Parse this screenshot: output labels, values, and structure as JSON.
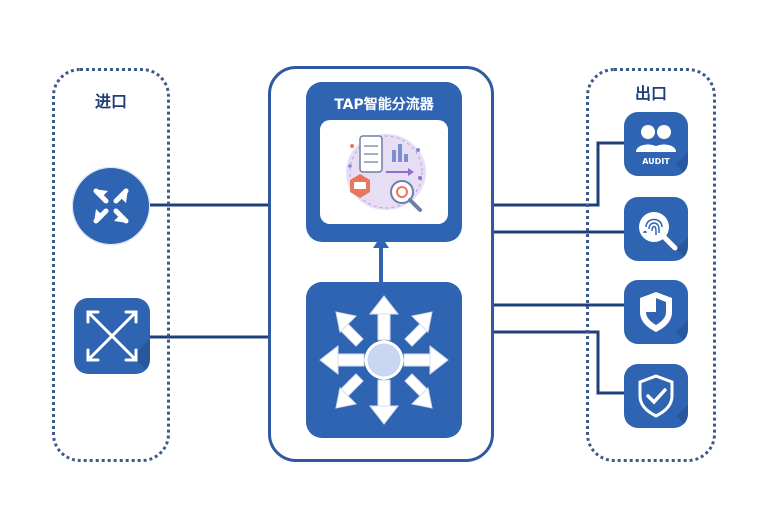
{
  "left_group": {
    "label": "进口"
  },
  "right_group": {
    "label": "出口"
  },
  "center": {
    "title": "TAP智能分流器"
  },
  "right_icons": {
    "audit_label": "AUDIT"
  },
  "icons": [
    "four-arrows-inward-icon",
    "cross-arrows-icon",
    "data-analysis-illustration",
    "eight-direction-arrows-icon",
    "users-audit-icon",
    "fingerprint-search-icon",
    "shield-icon",
    "shield-check-icon"
  ],
  "colors": {
    "primary": "#2f64b3",
    "border": "#2f5aa3",
    "line": "#1f3f78"
  }
}
